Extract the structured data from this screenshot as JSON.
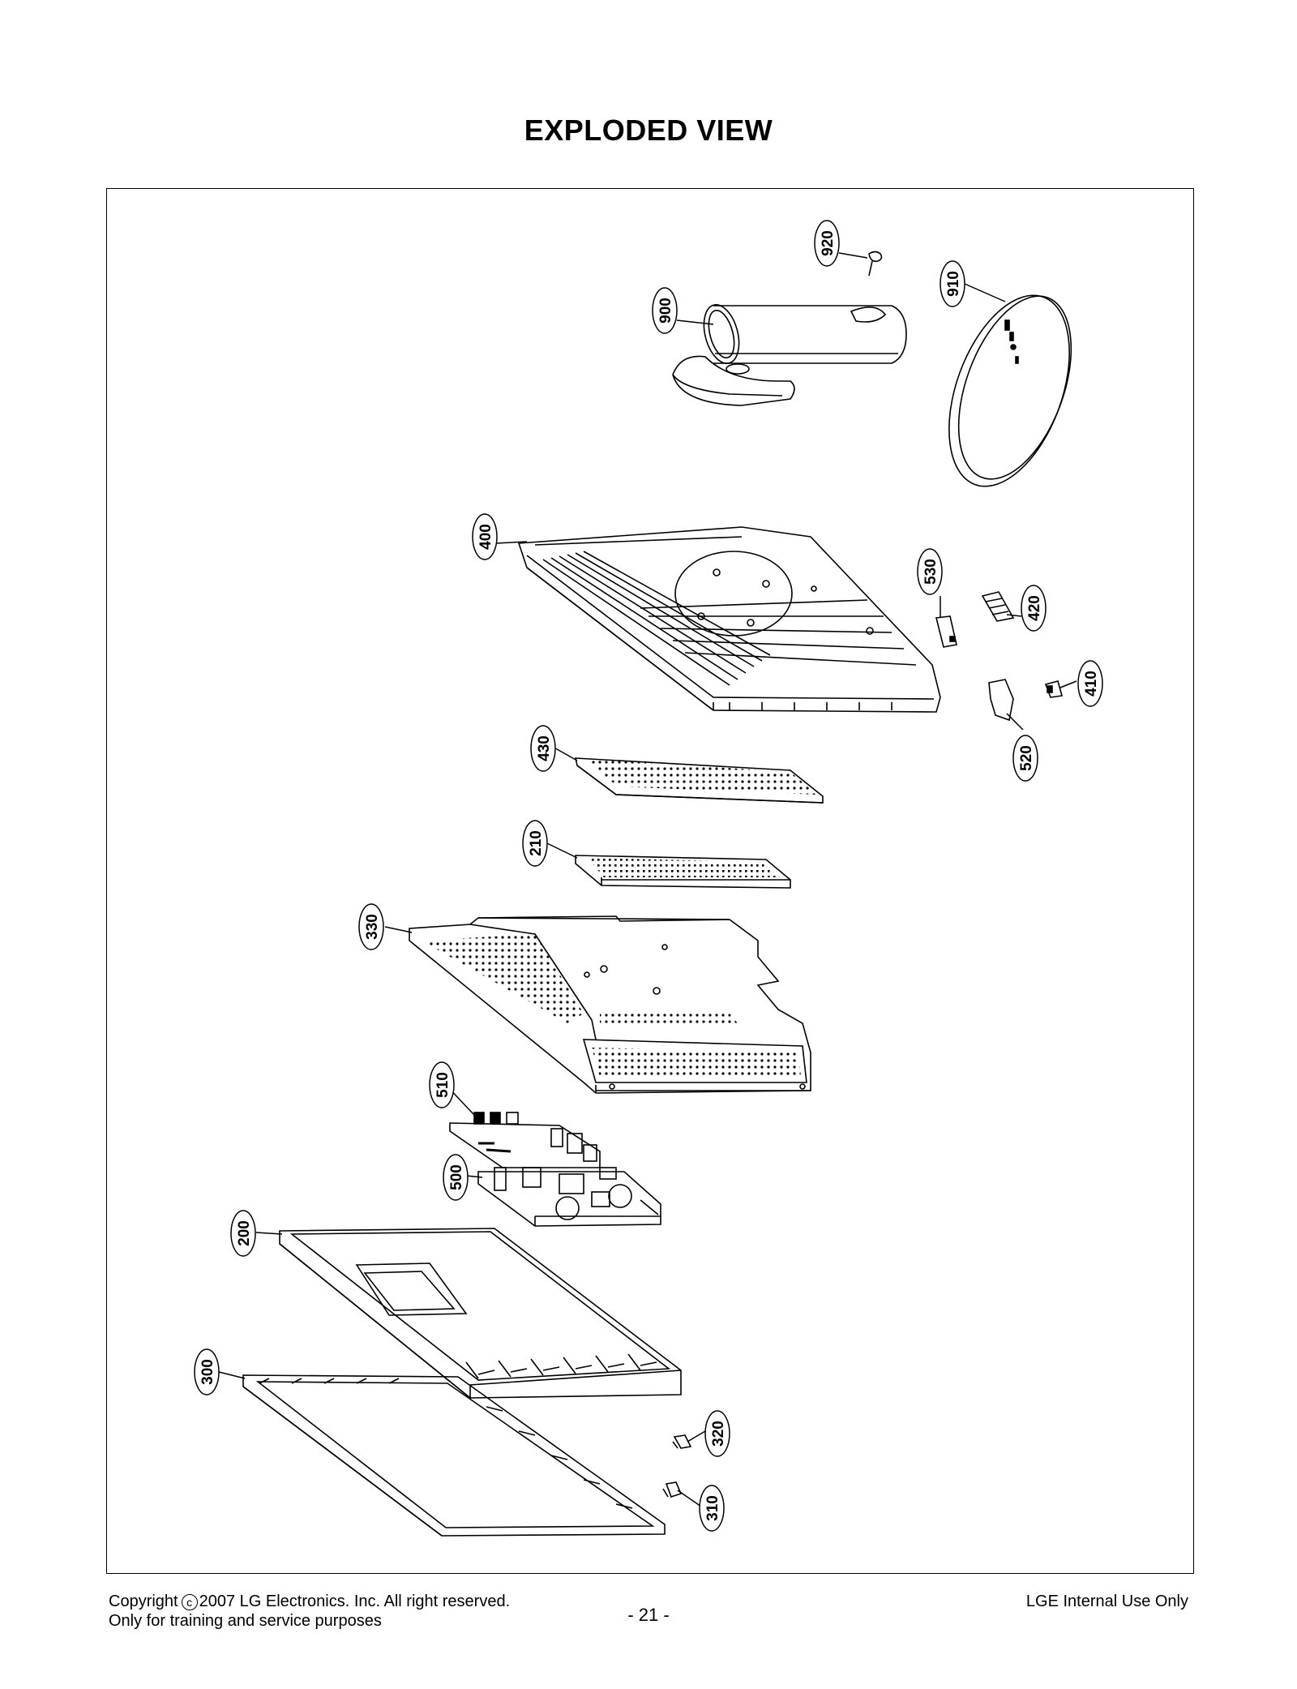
{
  "page": {
    "title": "EXPLODED VIEW",
    "page_number": "- 21 -",
    "footer_left_line1_pre": "Copyright",
    "copyright_symbol": "c",
    "footer_left_line1_post": "2007 LG Electronics. Inc. All right reserved.",
    "footer_left_line2": "Only for training and service purposes",
    "footer_right": "LGE Internal Use Only"
  },
  "parts": {
    "p920": "920",
    "p910": "910",
    "p900": "900",
    "p400": "400",
    "p530": "530",
    "p420": "420",
    "p410": "410",
    "p520": "520",
    "p430": "430",
    "p210": "210",
    "p330": "330",
    "p510": "510",
    "p500": "500",
    "p200": "200",
    "p300": "300",
    "p320": "320",
    "p310": "310"
  }
}
